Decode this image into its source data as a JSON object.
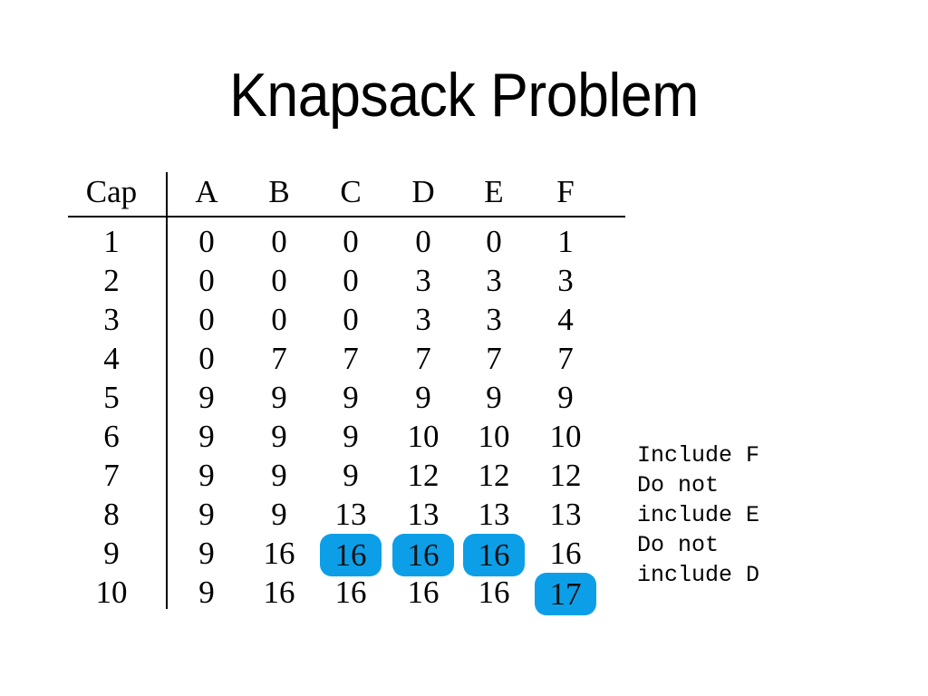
{
  "slide": {
    "title": "Knapsack Problem",
    "background_color": "#FFFFFF",
    "text_color": "#000000",
    "highlight_color": "#0C9FE8"
  },
  "table": {
    "columns": [
      "Cap",
      "A",
      "B",
      "C",
      "D",
      "E",
      "F"
    ],
    "rows": [
      {
        "cap": "1",
        "values": [
          "0",
          "0",
          "0",
          "0",
          "0",
          "1"
        ]
      },
      {
        "cap": "2",
        "values": [
          "0",
          "0",
          "0",
          "3",
          "3",
          "3"
        ]
      },
      {
        "cap": "3",
        "values": [
          "0",
          "0",
          "0",
          "3",
          "3",
          "4"
        ]
      },
      {
        "cap": "4",
        "values": [
          "0",
          "7",
          "7",
          "7",
          "7",
          "7"
        ]
      },
      {
        "cap": "5",
        "values": [
          "9",
          "9",
          "9",
          "9",
          "9",
          "9"
        ]
      },
      {
        "cap": "6",
        "values": [
          "9",
          "9",
          "9",
          "10",
          "10",
          "10"
        ]
      },
      {
        "cap": "7",
        "values": [
          "9",
          "9",
          "9",
          "12",
          "12",
          "12"
        ]
      },
      {
        "cap": "8",
        "values": [
          "9",
          "9",
          "13",
          "13",
          "13",
          "13"
        ]
      },
      {
        "cap": "9",
        "values": [
          "9",
          "16",
          "16",
          "16",
          "16",
          "16"
        ]
      },
      {
        "cap": "10",
        "values": [
          "9",
          "16",
          "16",
          "16",
          "16",
          "17"
        ]
      }
    ],
    "highlighted": [
      {
        "row": 8,
        "col": 2
      },
      {
        "row": 8,
        "col": 3
      },
      {
        "row": 8,
        "col": 4
      },
      {
        "row": 9,
        "col": 5
      }
    ]
  },
  "annotation": {
    "lines": [
      "Include F",
      "Do not",
      "include E",
      "Do not",
      "include D"
    ]
  }
}
